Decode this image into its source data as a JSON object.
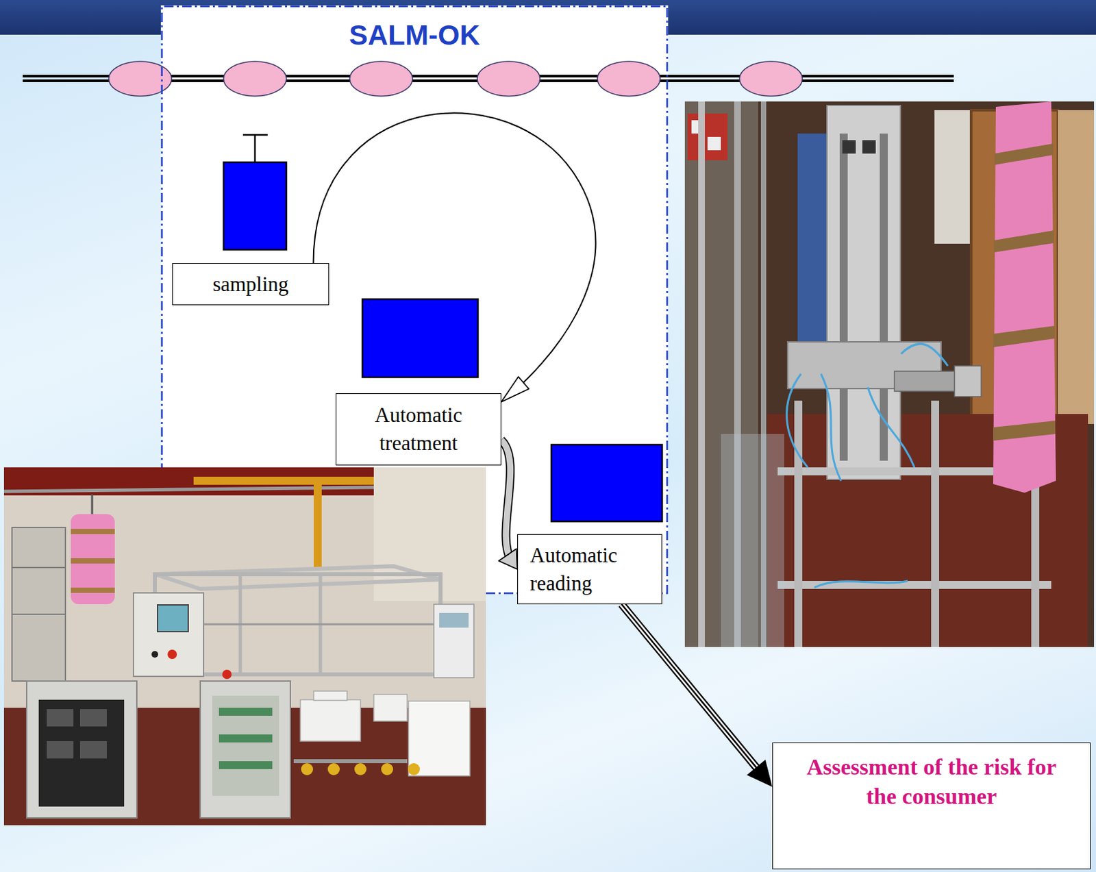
{
  "diagram": {
    "nodes": [
      {
        "text": [
          "SALM-OK"
        ]
      },
      {
        "text": [
          "sampling"
        ],
        "in": 0
      },
      {
        "text": [
          "Automatic treatment"
        ],
        "in": 0
      },
      {
        "text": [
          "Automatic reading"
        ],
        "in": 0
      },
      {
        "text": [
          "Assessment of the risk for the consumer"
        ]
      }
    ],
    "edges": [
      {
        "from": 1,
        "to": 2,
        "arrow": "to"
      },
      {
        "from": 2,
        "to": 3,
        "arrow": "to"
      },
      {
        "from": 3,
        "to": 4,
        "arrow": "to"
      }
    ]
  }
}
